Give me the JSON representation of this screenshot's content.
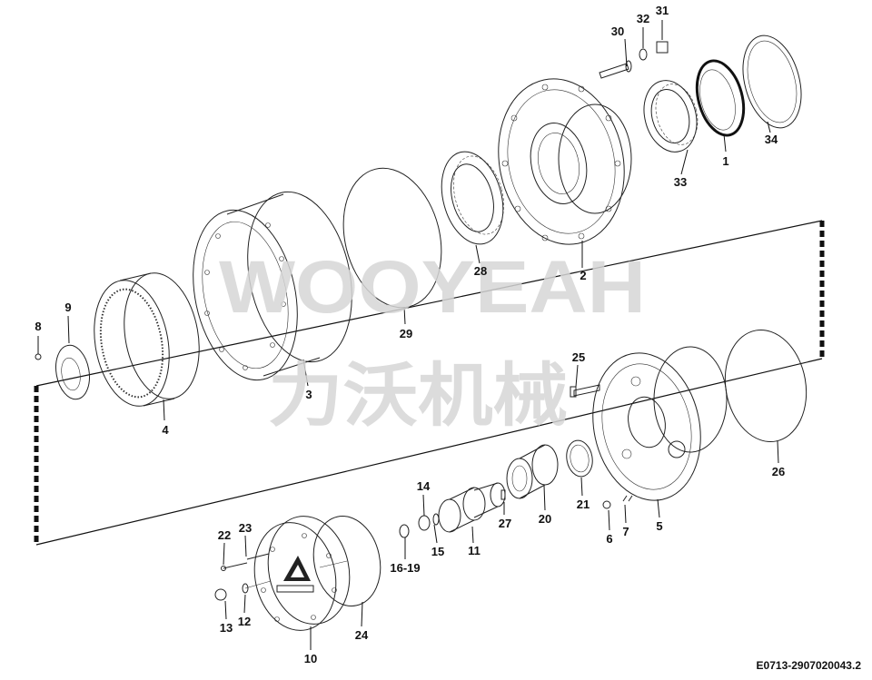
{
  "watermark": {
    "line1": "WOOYEAH",
    "line2": "力沃机械"
  },
  "drawing_code": "E0713-2907020043.2",
  "callouts": {
    "c1": "1",
    "c2": "2",
    "c3": "3",
    "c4": "4",
    "c5": "5",
    "c6": "6",
    "c7": "7",
    "c8": "8",
    "c9": "9",
    "c10": "10",
    "c11": "11",
    "c12": "12",
    "c13": "13",
    "c14": "14",
    "c15": "15",
    "c16_19": "16-19",
    "c20": "20",
    "c21": "21",
    "c22": "22",
    "c23": "23",
    "c24": "24",
    "c25": "25",
    "c26": "26",
    "c27": "27",
    "c28": "28",
    "c29": "29",
    "c30": "30",
    "c31": "31",
    "c32": "32",
    "c33": "33",
    "c34": "34"
  }
}
